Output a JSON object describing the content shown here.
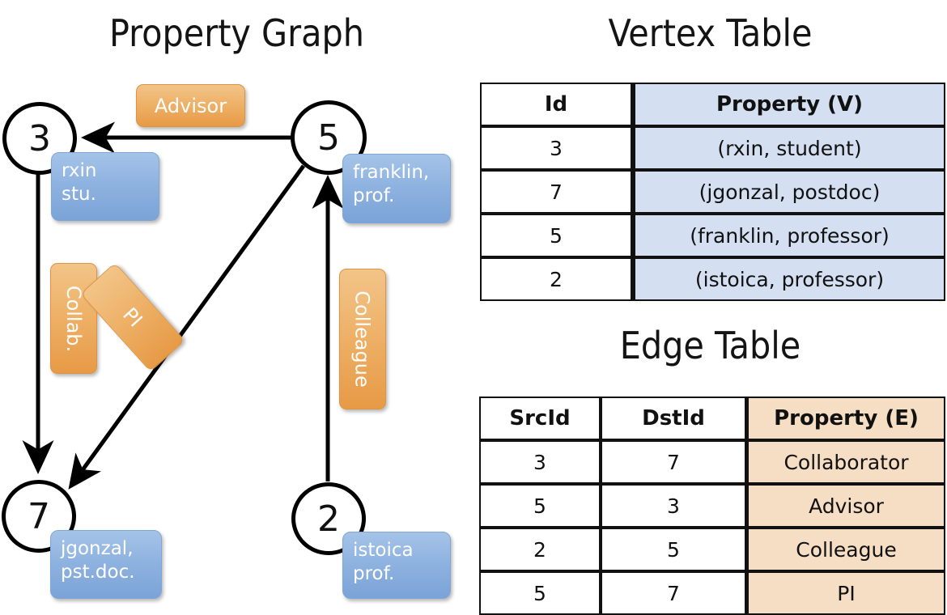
{
  "titles": {
    "property_graph": "Property Graph",
    "vertex_table": "Vertex Table",
    "edge_table": "Edge Table"
  },
  "graph": {
    "nodes": [
      {
        "id": "3",
        "property": "rxin\nstu."
      },
      {
        "id": "5",
        "property": "franklin,\nprof."
      },
      {
        "id": "7",
        "property": "jgonzal,\npst.doc."
      },
      {
        "id": "2",
        "property": "istoica\nprof."
      }
    ],
    "node_labels": {
      "n3": "3",
      "n5": "5",
      "n7": "7",
      "n2": "2"
    },
    "property_boxes": {
      "rxin_line1": "rxin",
      "rxin_line2": "stu.",
      "franklin_line1": "franklin,",
      "franklin_line2": "prof.",
      "jgonzal_line1": "jgonzal,",
      "jgonzal_line2": "pst.doc.",
      "istoica_line1": "istoica",
      "istoica_line2": "prof."
    },
    "edge_labels": {
      "advisor": "Advisor",
      "collab": "Collab.",
      "pi": "PI",
      "colleague": "Colleague"
    },
    "edges": [
      {
        "from": "5",
        "to": "3",
        "label": "Advisor"
      },
      {
        "from": "3",
        "to": "7",
        "label": "Collab."
      },
      {
        "from": "5",
        "to": "7",
        "label": "PI"
      },
      {
        "from": "2",
        "to": "5",
        "label": "Colleague"
      }
    ]
  },
  "vertex_table": {
    "headers": [
      "Id",
      "Property (V)"
    ],
    "rows": [
      {
        "id": "3",
        "property": "(rxin, student)"
      },
      {
        "id": "7",
        "property": "(jgonzal, postdoc)"
      },
      {
        "id": "5",
        "property": "(franklin, professor)"
      },
      {
        "id": "2",
        "property": "(istoica, professor)"
      }
    ]
  },
  "edge_table": {
    "headers": [
      "SrcId",
      "DstId",
      "Property (E)"
    ],
    "rows": [
      {
        "src": "3",
        "dst": "7",
        "property": "Collaborator"
      },
      {
        "src": "5",
        "dst": "3",
        "property": "Advisor"
      },
      {
        "src": "2",
        "dst": "5",
        "property": "Colleague"
      },
      {
        "src": "5",
        "dst": "7",
        "property": "PI"
      }
    ]
  },
  "colors": {
    "vertex_property_cell": "#D4DFF1",
    "edge_property_cell": "#F5DEC4",
    "node_bubble_blue": "#8FB3E0",
    "edge_bubble_orange": "#EEB269",
    "stroke": "#000000"
  }
}
